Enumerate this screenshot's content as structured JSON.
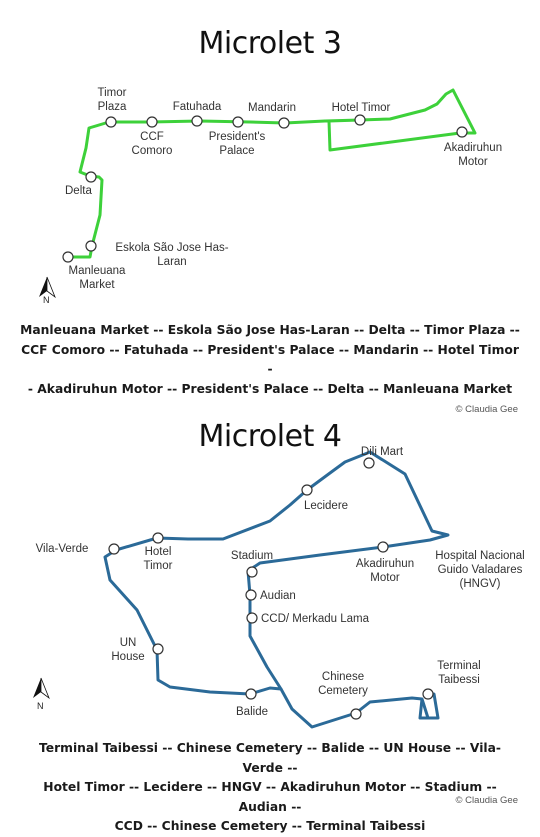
{
  "map1": {
    "title": "Microlet 3",
    "route_color": "#3dd13a",
    "north": "N",
    "stops": {
      "timor_plaza": "Timor\nPlaza",
      "ccf_comoro": "CCF\nComoro",
      "fatuhada": "Fatuhada",
      "presidents_palace": "President's\nPalace",
      "mandarin": "Mandarin",
      "hotel_timor": "Hotel Timor",
      "akadiruhun_motor": "Akadiruhun\nMotor",
      "delta": "Delta",
      "eskola": "Eskola São Jose Has-\nLaran",
      "manleuana_market": "Manleuana\nMarket"
    },
    "summary": [
      "Manleuana Market -- Eskola São Jose Has-Laran -- Delta -- Timor Plaza --",
      "CCF Comoro -- Fatuhada -- President's Palace -- Mandarin -- Hotel Timor -",
      "- Akadiruhun Motor -- President's Palace -- Delta -- Manleuana Market"
    ],
    "credit": "© Claudia Gee"
  },
  "map2": {
    "title": "Microlet 4",
    "route_color": "#2b6a98",
    "north": "N",
    "stops": {
      "dili_mart": "Dili Mart",
      "lecidere": "Lecidere",
      "vila_verde": "Vila-Verde",
      "hotel_timor": "Hotel\nTimor",
      "stadium": "Stadium",
      "akadiruhun_motor": "Akadiruhun\nMotor",
      "hngv": "Hospital Nacional\nGuido Valadares\n(HNGV)",
      "audian": "Audian",
      "ccd": "CCD/ Merkadu Lama",
      "un_house": "UN\nHouse",
      "terminal_taibessi": "Terminal\nTaibessi",
      "chinese_cemetery": "Chinese\nCemetery",
      "balide": "Balide"
    },
    "summary": [
      "Terminal Taibessi -- Chinese Cemetery -- Balide -- UN House -- Vila-Verde --",
      "Hotel Timor -- Lecidere -- HNGV -- Akadiruhun Motor -- Stadium -- Audian --",
      "CCD -- Chinese Cemetery -- Terminal Taibessi"
    ],
    "credit": "© Claudia Gee"
  }
}
